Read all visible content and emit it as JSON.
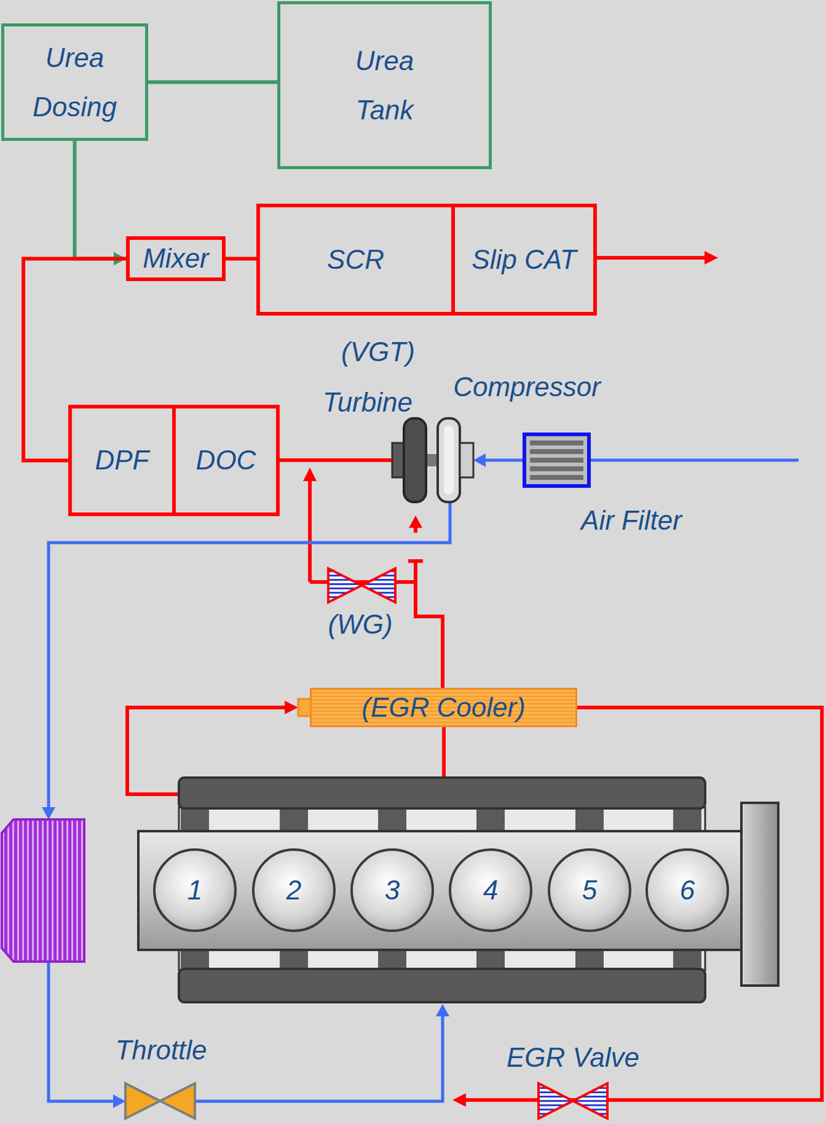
{
  "diagram": {
    "nodes": [
      {
        "text": [
          "Urea Dosing"
        ]
      },
      {
        "text": [
          "Urea Tank"
        ]
      },
      {
        "text": [
          "Mixer"
        ]
      },
      {
        "text": [
          "SCR"
        ]
      },
      {
        "text": [
          "Slip CAT"
        ]
      },
      {
        "text": [
          "DPF"
        ]
      },
      {
        "text": [
          "DOC"
        ]
      },
      {
        "text": [
          "(EGR Cooler)"
        ]
      },
      {
        "text": [
          "1"
        ]
      },
      {
        "text": [
          "2"
        ]
      },
      {
        "text": [
          "3"
        ]
      },
      {
        "text": [
          "4"
        ]
      },
      {
        "text": [
          "5"
        ]
      },
      {
        "text": [
          "6"
        ]
      }
    ],
    "edges": [
      {
        "from": 1,
        "to": 0,
        "arrow": "none"
      },
      {
        "from": 0,
        "to": 2,
        "arrow": "to"
      },
      {
        "from": 5,
        "to": 2,
        "arrow": "none"
      },
      {
        "from": 2,
        "to": 3,
        "arrow": "none"
      }
    ],
    "labels": [
      "(VGT)",
      "Turbine",
      "Compressor",
      "Air Filter",
      "(WG)",
      "Throttle",
      "EGR Valve"
    ]
  }
}
